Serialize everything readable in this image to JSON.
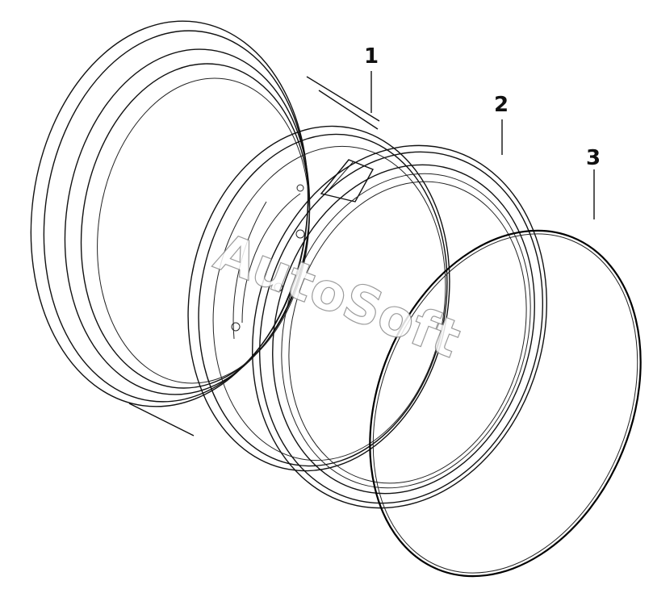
{
  "callouts": [
    {
      "number": "1"
    },
    {
      "number": "2"
    },
    {
      "number": "3"
    }
  ],
  "watermark": {
    "text": "AutoSoft"
  },
  "colors": {
    "line": "#111111",
    "background": "#ffffff",
    "watermark_outline": "#8a8a8a"
  }
}
